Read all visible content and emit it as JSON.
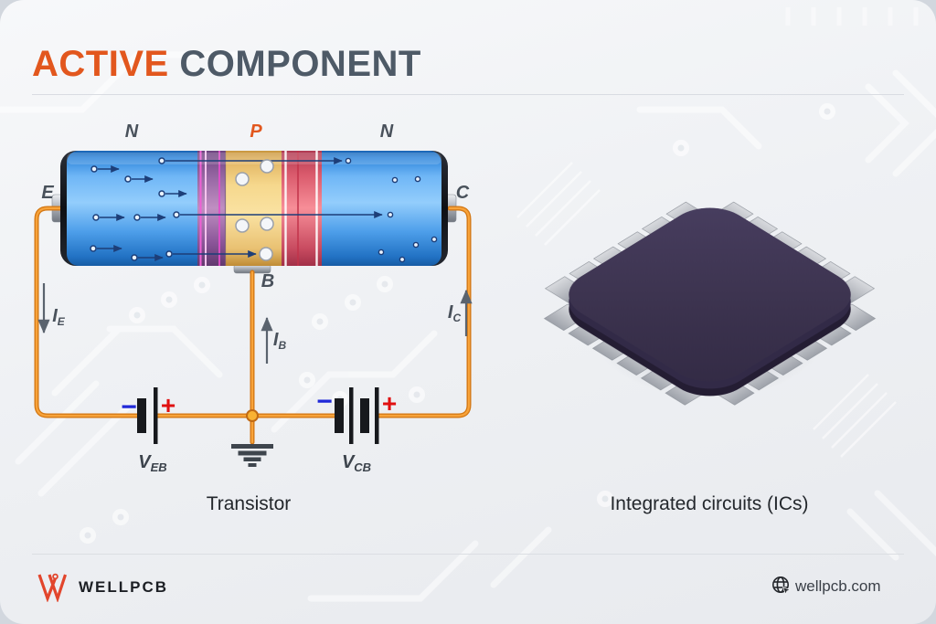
{
  "header": {
    "title_accent": "ACTIVE",
    "title_rest": "COMPONENT"
  },
  "transistor": {
    "label_n_left": "N",
    "label_p": "P",
    "label_n_right": "N",
    "terminal_e": "E",
    "terminal_c": "C",
    "terminal_b": "B",
    "current_ie": {
      "main": "I",
      "sub": "E"
    },
    "current_ib": {
      "main": "I",
      "sub": "B"
    },
    "current_ic": {
      "main": "I",
      "sub": "C"
    },
    "battery_eb": {
      "minus": "−",
      "plus": "+",
      "label_main": "V",
      "label_sub": "EB"
    },
    "battery_cb": {
      "minus": "−",
      "plus": "+",
      "label_main": "V",
      "label_sub": "CB"
    },
    "caption": "Transistor"
  },
  "ic": {
    "caption": "Integrated circuits (ICs)"
  },
  "footer": {
    "brand": "WELLPCB",
    "website": "wellpcb.com",
    "icons": {
      "logo": "wellpcb-w-logo",
      "globe": "globe-with-cursor-icon"
    }
  },
  "colors": {
    "accent_orange": "#E2571E",
    "title_slate": "#4E5A67",
    "wire_orange": "#D47916",
    "n_region_blue": "#3E93E6",
    "p_region_yellow": "#F7D98C",
    "junction_purple": "#A06CA8",
    "junction_red": "#E8707E",
    "chip_body_purple": "#3D3450",
    "pin_gray": "#BEC1C7",
    "minus_blue": "#2029D8",
    "plus_red": "#E01010"
  }
}
